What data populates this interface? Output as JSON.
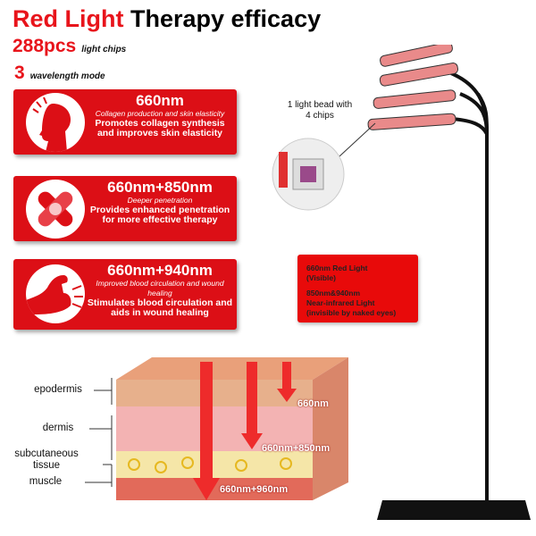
{
  "header": {
    "title_red": "Red Light",
    "title_black": "Therapy efficacy",
    "chips_count": "288pcs",
    "chips_label": "light chips",
    "modes_count": "3",
    "modes_label": "wavelength mode"
  },
  "cards": [
    {
      "heading": "660nm",
      "italic": "Collagen production and skin elasticity",
      "body": "Promotes collagen synthesis and improves skin elasticity",
      "icon": "face-profile-icon"
    },
    {
      "heading": "660nm+850nm",
      "italic": "Deeper penetration",
      "body": "Provides enhanced penetration for more effective therapy",
      "icon": "bandage-icon"
    },
    {
      "heading": "660nm+940nm",
      "italic": "Improved blood circulation and wound healing",
      "body": "Stimulates blood circulation and aids in wound healing",
      "icon": "muscle-arm-icon"
    }
  ],
  "bead_callout": "1 light bead with 4 chips",
  "info_box": {
    "line1": "660nm Red Light",
    "line2": "(Visible)",
    "line3": "850nm&940nm",
    "line4": "Near-infrared Light",
    "line5": "(invisible by naked eyes)"
  },
  "skin_layers": [
    "epodermis",
    "dermis",
    "subcutaneous tissue",
    "muscle"
  ],
  "penetration_labels": [
    "660nm",
    "660nm+850nm",
    "660nm+960nm"
  ],
  "colors": {
    "accent": "#e8141b",
    "card": "#dc0f16"
  }
}
